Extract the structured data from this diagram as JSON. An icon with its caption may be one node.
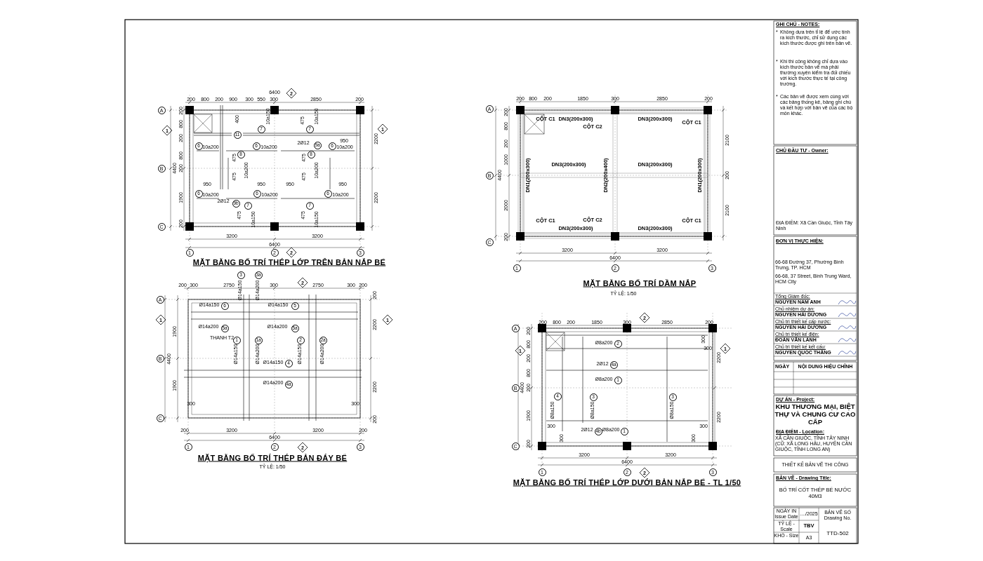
{
  "diagram": {
    "labels": [
      "6400",
      "200",
      "800",
      "200",
      "900",
      "300",
      "550",
      "300",
      "2850",
      "200",
      "200",
      "800",
      "200",
      "800",
      "200",
      "1900",
      "200",
      "4400",
      "2200",
      "2200",
      "3200",
      "3200",
      "6400",
      "A",
      "B",
      "C",
      "1",
      "2",
      "3",
      "1",
      "1",
      "2",
      "2",
      "2Ø12",
      "9a",
      "2Ø12",
      "9b",
      "6",
      "10a200",
      "6",
      "10a200",
      "6",
      "10a200",
      "6",
      "10a200",
      "6",
      "10a200",
      "6",
      "10a200",
      "7",
      "10a150",
      "7",
      "10a150",
      "7",
      "10a150",
      "7",
      "10a150",
      "8",
      "10a200",
      "8",
      "10a200",
      "950",
      "950",
      "950",
      "950",
      "950",
      "475",
      "475",
      "475",
      "475",
      "475",
      "475",
      "475",
      "400",
      "11",
      "MẶT BẰNG BỐ TRÍ THÉP LỚP TRÊN BẢN NẮP BỂ",
      "A",
      "B",
      "C",
      "1",
      "2",
      "3",
      "200",
      "800",
      "200",
      "1850",
      "300",
      "2850",
      "200",
      "200",
      "800",
      "200",
      "1000",
      "2000",
      "200",
      "4400",
      "2100",
      "200",
      "2100",
      "3200",
      "3200",
      "6400",
      "CỘT C1",
      "DN3(200x300)",
      "CỘT C2",
      "DN3(200x300)",
      "CỘT C1",
      "DN3(200x300)",
      "DN3(200x300)",
      "DN1(200x300)",
      "DN2(200x400)",
      "DN1(200x300)",
      "CỘT C1",
      "CỘT C2",
      "CỘT C1",
      "DN3(200x300)",
      "DN3(200x300)",
      "MẶT BẰNG BỐ TRÍ DẦM NẮP",
      "TỶ LỆ: 1/50",
      "A",
      "B",
      "C",
      "1",
      "2",
      "3",
      "1",
      "1",
      "2",
      "2",
      "200",
      "300",
      "2750",
      "300",
      "2750",
      "300",
      "200",
      "1900",
      "1900",
      "4400",
      "200",
      "2200",
      "2200",
      "200",
      "200",
      "3200",
      "3200",
      "200",
      "6400",
      "Ø14a150",
      "3",
      "Ø14a200",
      "3a",
      "Ø14a150",
      "6",
      "Ø14a150",
      "5",
      "Ø14a200",
      "5a",
      "Ø14a200",
      "5a",
      "THANH T2",
      "Ø14a150",
      "1",
      "Ø14a200",
      "1a",
      "Ø14a150",
      "2",
      "Ø14a200",
      "2a",
      "Ø14a150",
      "4",
      "Ø14a200",
      "4a",
      "300",
      "300",
      "MẶT BẰNG BỐ TRÍ THÉP BẢN ĐÁY BỂ",
      "TỶ LỆ: 1/50",
      "A",
      "B",
      "C",
      "1",
      "2",
      "3",
      "1",
      "1",
      "2",
      "2",
      "200",
      "800",
      "200",
      "1850",
      "300",
      "2850",
      "200",
      "200",
      "800",
      "200",
      "800",
      "200",
      "1900",
      "200",
      "4400",
      "2200",
      "2200",
      "3200",
      "3200",
      "6400",
      "Ø8a200",
      "2",
      "2Ø12",
      "4a",
      "Ø8a200",
      "1",
      "Ø8a150",
      "4",
      "Ø8a150",
      "3",
      "Ø8a150",
      "3",
      "2Ø12",
      "4b",
      "Ø8a200",
      "1",
      "300",
      "300",
      "300",
      "300",
      "300",
      "300",
      "MẶT BẰNG BỐ TRÍ THÉP LỚP DƯỚI BẢN NẮP BỂ - TL 1/50",
      "GHI CHÚ - NOTES:",
      "*",
      "Không dựa trên tỉ lệ để ước tính ra kích thước, chỉ sử dụng các kích thước được ghi trên bản vẽ.",
      "*",
      "Khi thi công không chỉ dựa vào kích thước bản vẽ mà phải thường xuyên kiểm tra đối chiếu với kích thước thực tế tại công trường.",
      "*",
      "Các bản vẽ được xem cùng với các bảng thống kê, bảng ghi chú và kết hợp với bản vẽ của các bộ môn khác.",
      "CHỦ ĐẦU TƯ - Owner:",
      "ĐỊA ĐIỂM: Xã Cần Giuộc, Tỉnh Tây Ninh",
      "ĐƠN VỊ THỰC HIỆN:",
      "66-68 Đường 37, Phường Bình Trưng, TP. HCM",
      "66-68, 37 Street, Binh Trung Ward, HCM City",
      "Tổng Giám đốc:",
      "NGUYỄN NAM ANH",
      "Chủ nhiệm dự án:",
      "NGUYỄN HẢI DƯƠNG",
      "Chủ trì thiết kế cấp nước:",
      "NGUYỄN HẢI DƯƠNG",
      "Chủ trì thiết kế điện:",
      "ĐOÀN VĂN LÀNH",
      "Chủ trì thiết kế kết cấu:",
      "NGUYỄN QUỐC THẮNG",
      "NGÀY",
      "NỘI DUNG HIỆU CHỈNH",
      "DỰ ÁN - Project:",
      "KHU THƯƠNG MẠI, BIỆT THỰ VÀ CHUNG CƯ CAO CẤP",
      "ĐỊA ĐIỂM - Location:",
      "XÃ CẦN GIUỘC, TỈNH TÂY NINH (CŨ: XÃ LONG HẬU, HUYỆN CẦN GIUỘC, TỈNH LONG AN)",
      "THIẾT KẾ BẢN VẼ THI CÔNG",
      "BẢN VẼ - Drawing Title:",
      "BỐ TRÍ CỐT THÉP BỂ NƯỚC 40M3",
      "NGÀY IN Issue Date",
      "..../2025",
      "BẢN VẼ SỐ Drawing No.",
      "TỶ LỆ - Scale",
      "TBV",
      "KHỔ - Size",
      "A3",
      "TTD-502"
    ]
  }
}
